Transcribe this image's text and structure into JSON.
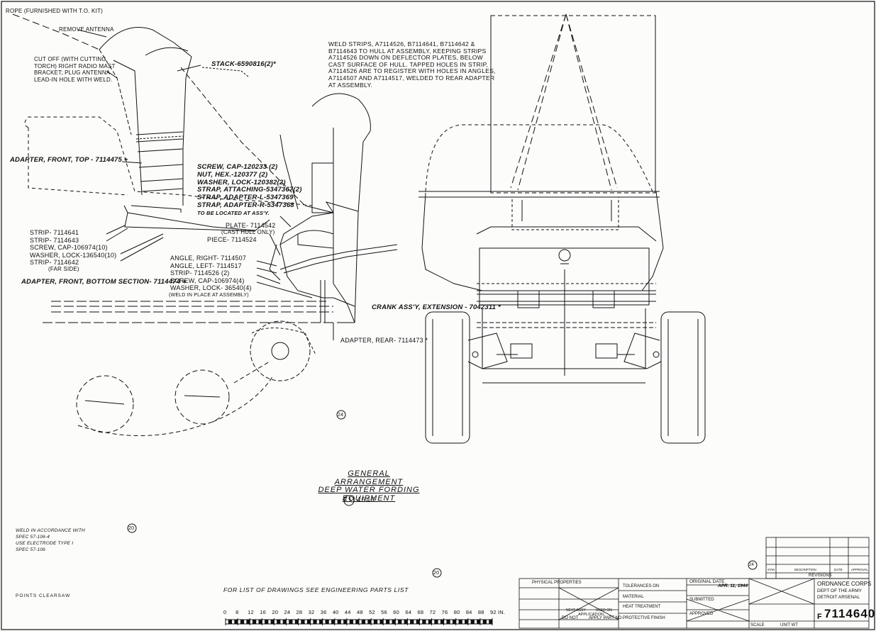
{
  "labels": {
    "rope": "ROPE (FURNISHED WITH T.O. KIT)",
    "remove_antenna": "REMOVE ANTENNA",
    "cut_off": [
      "CUT OFF (WITH CUTTING",
      "TORCH) RIGHT RADIO MAST",
      "BRACKET; PLUG ANTENNA",
      "LEAD-IN HOLE WITH WELD."
    ],
    "stack": "STACK-6590816(2)*",
    "adapter_front_top": "ADAPTER, FRONT, TOP - 7114475 +",
    "hardware_list": [
      "SCREW, CAP-120233 (2)",
      "NUT, HEX.-120377 (2)",
      "WASHER, LOCK-120382(2)",
      "STRAP, ATTACHING-5347367(2)",
      "STRAP, ADAPTER-L-5347369",
      "STRAP, ADAPTER-R-5347368"
    ],
    "to_be_located": "TO BE LOCATED AT ASS'Y.",
    "plate": "PLATE- 7114542",
    "cast_hull": "(CAST HULL ONLY)",
    "piece": "PIECE- 7114524",
    "strip_list": [
      "STRIP- 7114641",
      "STRIP- 7114643",
      "SCREW, CAP-106974(10)",
      "WASHER, LOCK-136540(10)",
      "STRIP- 7114642"
    ],
    "far_side": "(FAR SIDE)",
    "angle_list": [
      "ANGLE, RIGHT- 7114507",
      "ANGLE, LEFT- 7114517",
      "STRIP- 7114526 (2)",
      "SCREW, CAP-106974(4)",
      "WASHER, LOCK- 36540(4)"
    ],
    "weld_in_place": "(WELD IN PLACE AT ASSEMBLY)",
    "adapter_front_bottom": "ADAPTER, FRONT, BOTTOM SECTION- 7114474 +",
    "crank": "CRANK ASS'Y, EXTENSION - 7042311 *",
    "adapter_rear": "ADAPTER, REAR- 7114473 *",
    "weld_note": [
      "WELD STRIPS, A7114526, B7114641, B7114642 &",
      "B7114643 TO HULL AT ASSEMBLY, KEEPING STRIPS",
      "A7114526 DOWN ON DEFLECTOR PLATES, BELOW",
      "CAST SURFACE OF HULL. TAPPED HOLES IN STRIP,",
      "A7114526 ARE TO REGISTER WITH HOLES IN ANGLES,",
      "A7114507 AND A7114517, WELDED TO REAR ADAPTER",
      "AT ASSEMBLY."
    ],
    "weld_circle": "24",
    "weld_circle_2": "24"
  },
  "title": {
    "line1": "GENERAL ARRANGEMENT",
    "line2": "DEEP WATER FORDING",
    "line3": "EQUIPMENT",
    "number": "7114640"
  },
  "notes": {
    "welded_accordance": [
      "WELD IN ACCORDANCE WITH",
      "SPEC 57-106-4",
      "USE ELECTRODE TYPE I",
      "SPEC 57-106"
    ],
    "note_20_a": "20",
    "note_20_b": "20",
    "bottom_left": "POINTS CLEARSAW",
    "drawings_list": "FOR LIST OF DRAWINGS SEE ENGINEERING PARTS LIST"
  },
  "scale": {
    "ticks": [
      "0",
      "8",
      "12",
      "16",
      "20",
      "24",
      "28",
      "32",
      "36",
      "40",
      "44",
      "48",
      "52",
      "56",
      "60",
      "64",
      "68",
      "72",
      "76",
      "80",
      "84",
      "88",
      "92 IN."
    ]
  },
  "title_block": {
    "physical_properties": "PHYSICAL PROPERTIES",
    "tolerances": "TOLERANCES ON",
    "material": "MATERIAL",
    "heat_treatment": "HEAT TREATMENT",
    "protective_finish": "PROTECTIVE FINISH",
    "application": "APPLICATION",
    "next_assy": "NEXT ASSY",
    "used_on": "USED ON",
    "do_not": "DO NOT",
    "apply_part_no": "APPLY PART NO.",
    "original_date": "ORIGINAL DATE",
    "date_value": "APR. 11, 1944",
    "submitted": "SUBMITTED",
    "approved": "APPROVED",
    "scale_label": "SCALE",
    "unit_wt": "UNIT WT",
    "org1": "ORDNANCE CORPS",
    "org2": "DEPT OF THE ARMY",
    "org3": "DETROIT ARSENAL",
    "size": "F",
    "dwg_number": "7114640",
    "revisions": "REVISIONS",
    "rev_cols": [
      "SYM",
      "DESCRIPTION",
      "DATE",
      "APPROVAL"
    ],
    "rev_circle": "24"
  }
}
